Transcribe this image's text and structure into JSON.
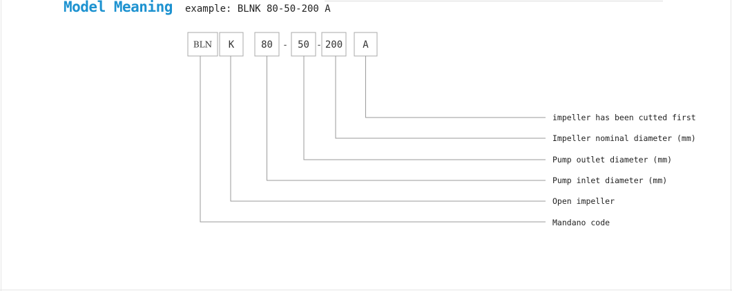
{
  "header": {
    "title": "Model Meaning",
    "example": "example: BLNK 80-50-200 A"
  },
  "code_parts": [
    {
      "label": "BLN",
      "description": "Mandano code"
    },
    {
      "label": "K",
      "description": "Open impeller"
    },
    {
      "label": "80",
      "description": "Pump inlet diameter (mm)"
    },
    {
      "label": "50",
      "description": "Pump outlet diameter (mm)"
    },
    {
      "label": "200",
      "description": "Impeller nominal diameter (mm)"
    },
    {
      "label": "A",
      "description": "impeller has been cutted first"
    }
  ],
  "separators": [
    "-",
    "-"
  ],
  "colors": {
    "title": "#1d92d0",
    "box_border": "#a8a8a8",
    "leader_line": "#9a9a9a",
    "text": "#222222"
  }
}
